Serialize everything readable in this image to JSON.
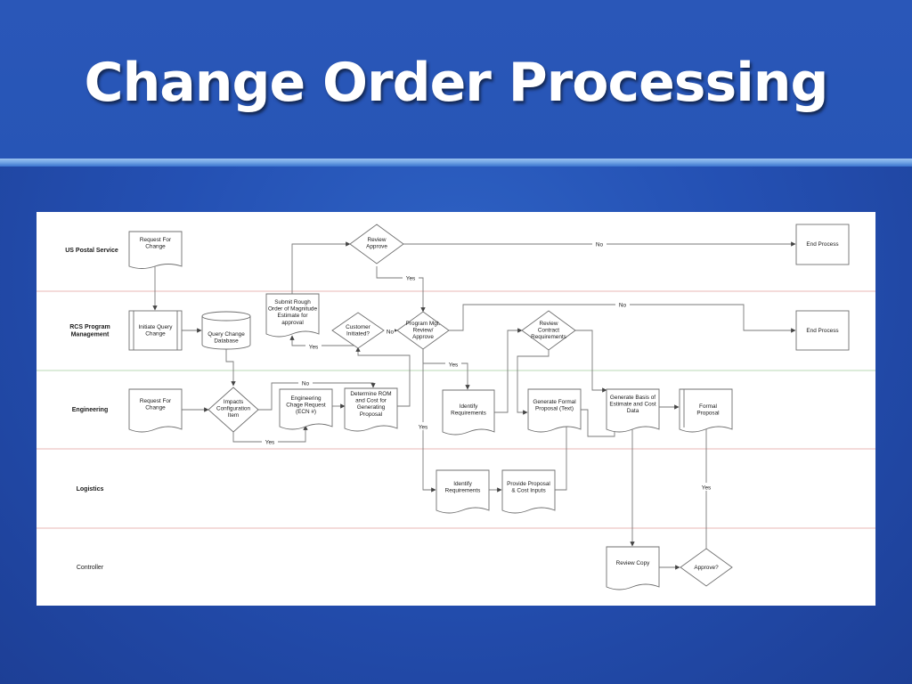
{
  "slide": {
    "title": "Change Order Processing"
  },
  "lanes": [
    {
      "label": "US Postal Service",
      "bold": true
    },
    {
      "label": "RCS Program|Management",
      "bold": true
    },
    {
      "label": "Engineering",
      "bold": true
    },
    {
      "label": "Logistics",
      "bold": true
    },
    {
      "label": "Controller",
      "bold": false
    }
  ],
  "nodes": {
    "usps_request": "Request For|Change",
    "review_approve": "Review|Approve",
    "end_process_1": "End Process",
    "submit_rom": "Submit Rough|Order of Magnitude|Estimate for|approval",
    "initiate_query": "Initiate Query|Change",
    "query_db": "Query Change|Database",
    "customer_initiated": "Customer|Initiated?",
    "program_review": "Program Mgt.|Review/|Approve",
    "review_contract": "Review|Contract|Requirements",
    "end_process_2": "End Process",
    "eng_request": "Request For|Change",
    "impacts_config": "Impacts|Configuration|Item",
    "ecn": "Engineering|Chage Request|(ECN #)",
    "determine_rom": "Determine ROM|and Cost for|Generating|Proposal",
    "identify_req_eng": "Identify|Requirements",
    "generate_proposal": "Generate Formal|Proposal (Text)",
    "generate_basis": "Generate Basis of|Estimate and Cost|Data",
    "formal_proposal": "Formal|Proposal",
    "identify_req_log": "Identify|Requirements",
    "provide_proposal": "Provide Proposal|& Cost Inputs",
    "review_copy": "Review Copy",
    "approve": "Approve?"
  },
  "connector_labels": {
    "review_no": "No",
    "review_yes": "Yes",
    "program_no": "No",
    "customer_yes": "Yes",
    "customer_no": "No",
    "program_yes_eng": "Yes",
    "program_yes_log": "Yes",
    "impacts_no": "No",
    "impacts_yes": "Yes",
    "approve_yes": "Yes"
  }
}
